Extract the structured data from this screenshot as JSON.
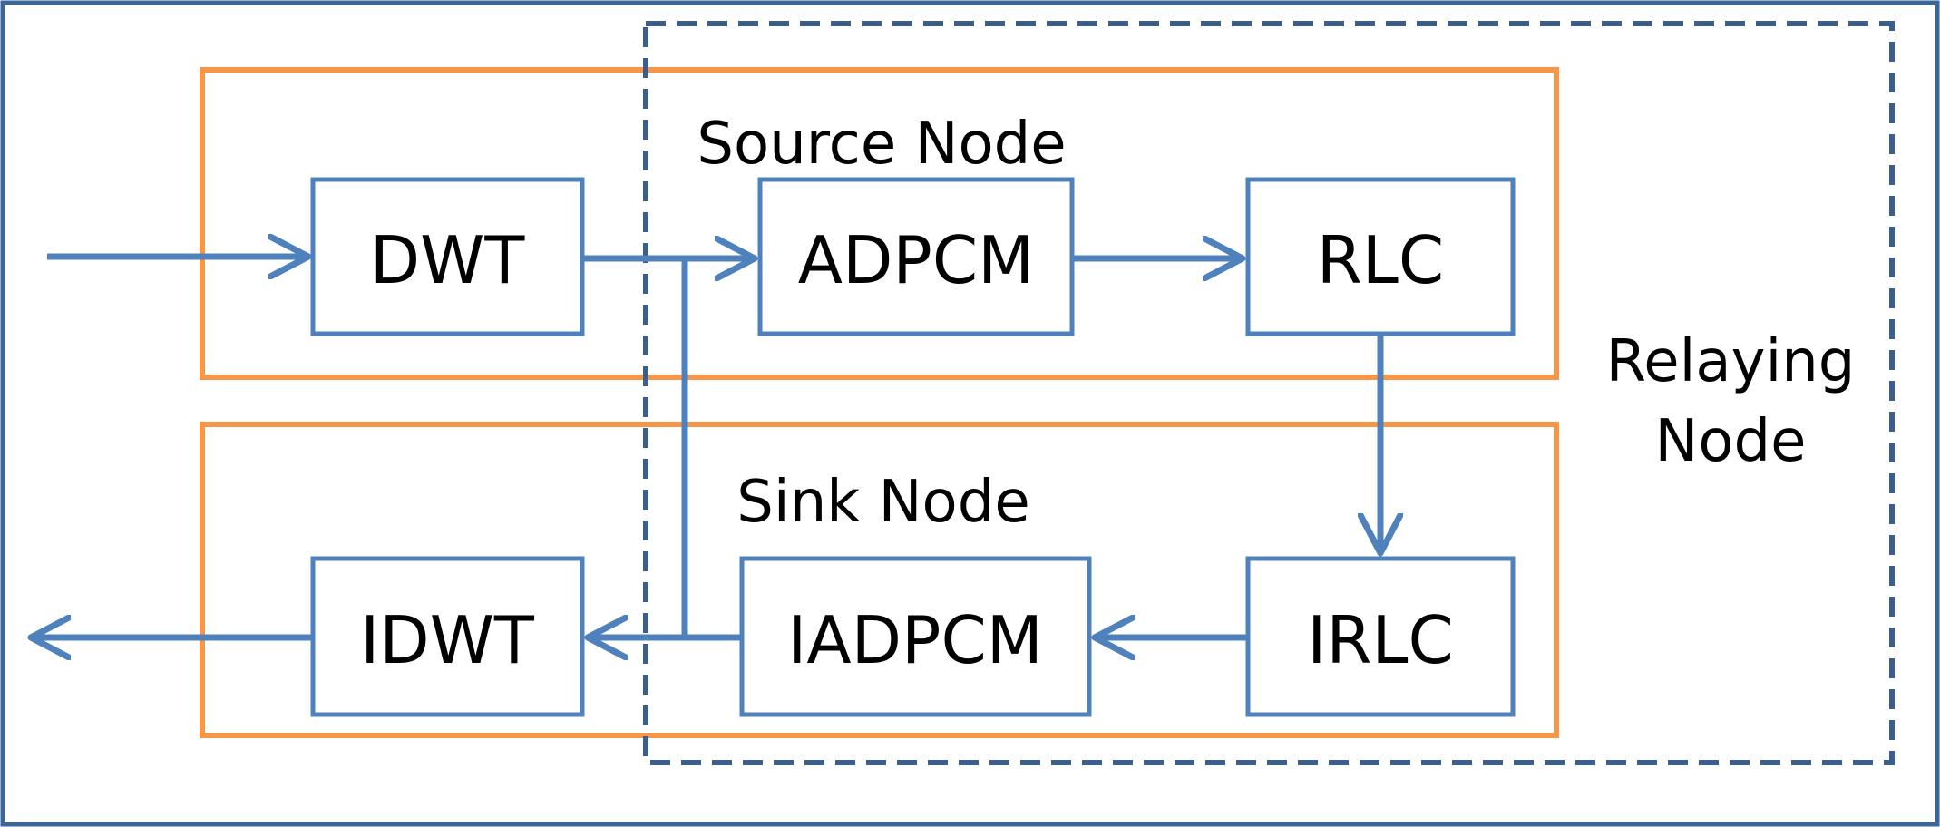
{
  "colors": {
    "frame": "#3b6696",
    "node_border": "#f79646",
    "relay_border": "#3b5f8a",
    "block_stroke": "#4f81bd",
    "arrow": "#4f81bd",
    "text": "#000000",
    "background": "#ffffff"
  },
  "regions": {
    "source": "Source Node",
    "sink": "Sink Node",
    "relay_line1": "Relaying",
    "relay_line2": "Node"
  },
  "blocks": {
    "dwt": "DWT",
    "adpcm": "ADPCM",
    "rlc": "RLC",
    "idwt": "IDWT",
    "iadpcm": "IADPCM",
    "irlc": "IRLC"
  }
}
